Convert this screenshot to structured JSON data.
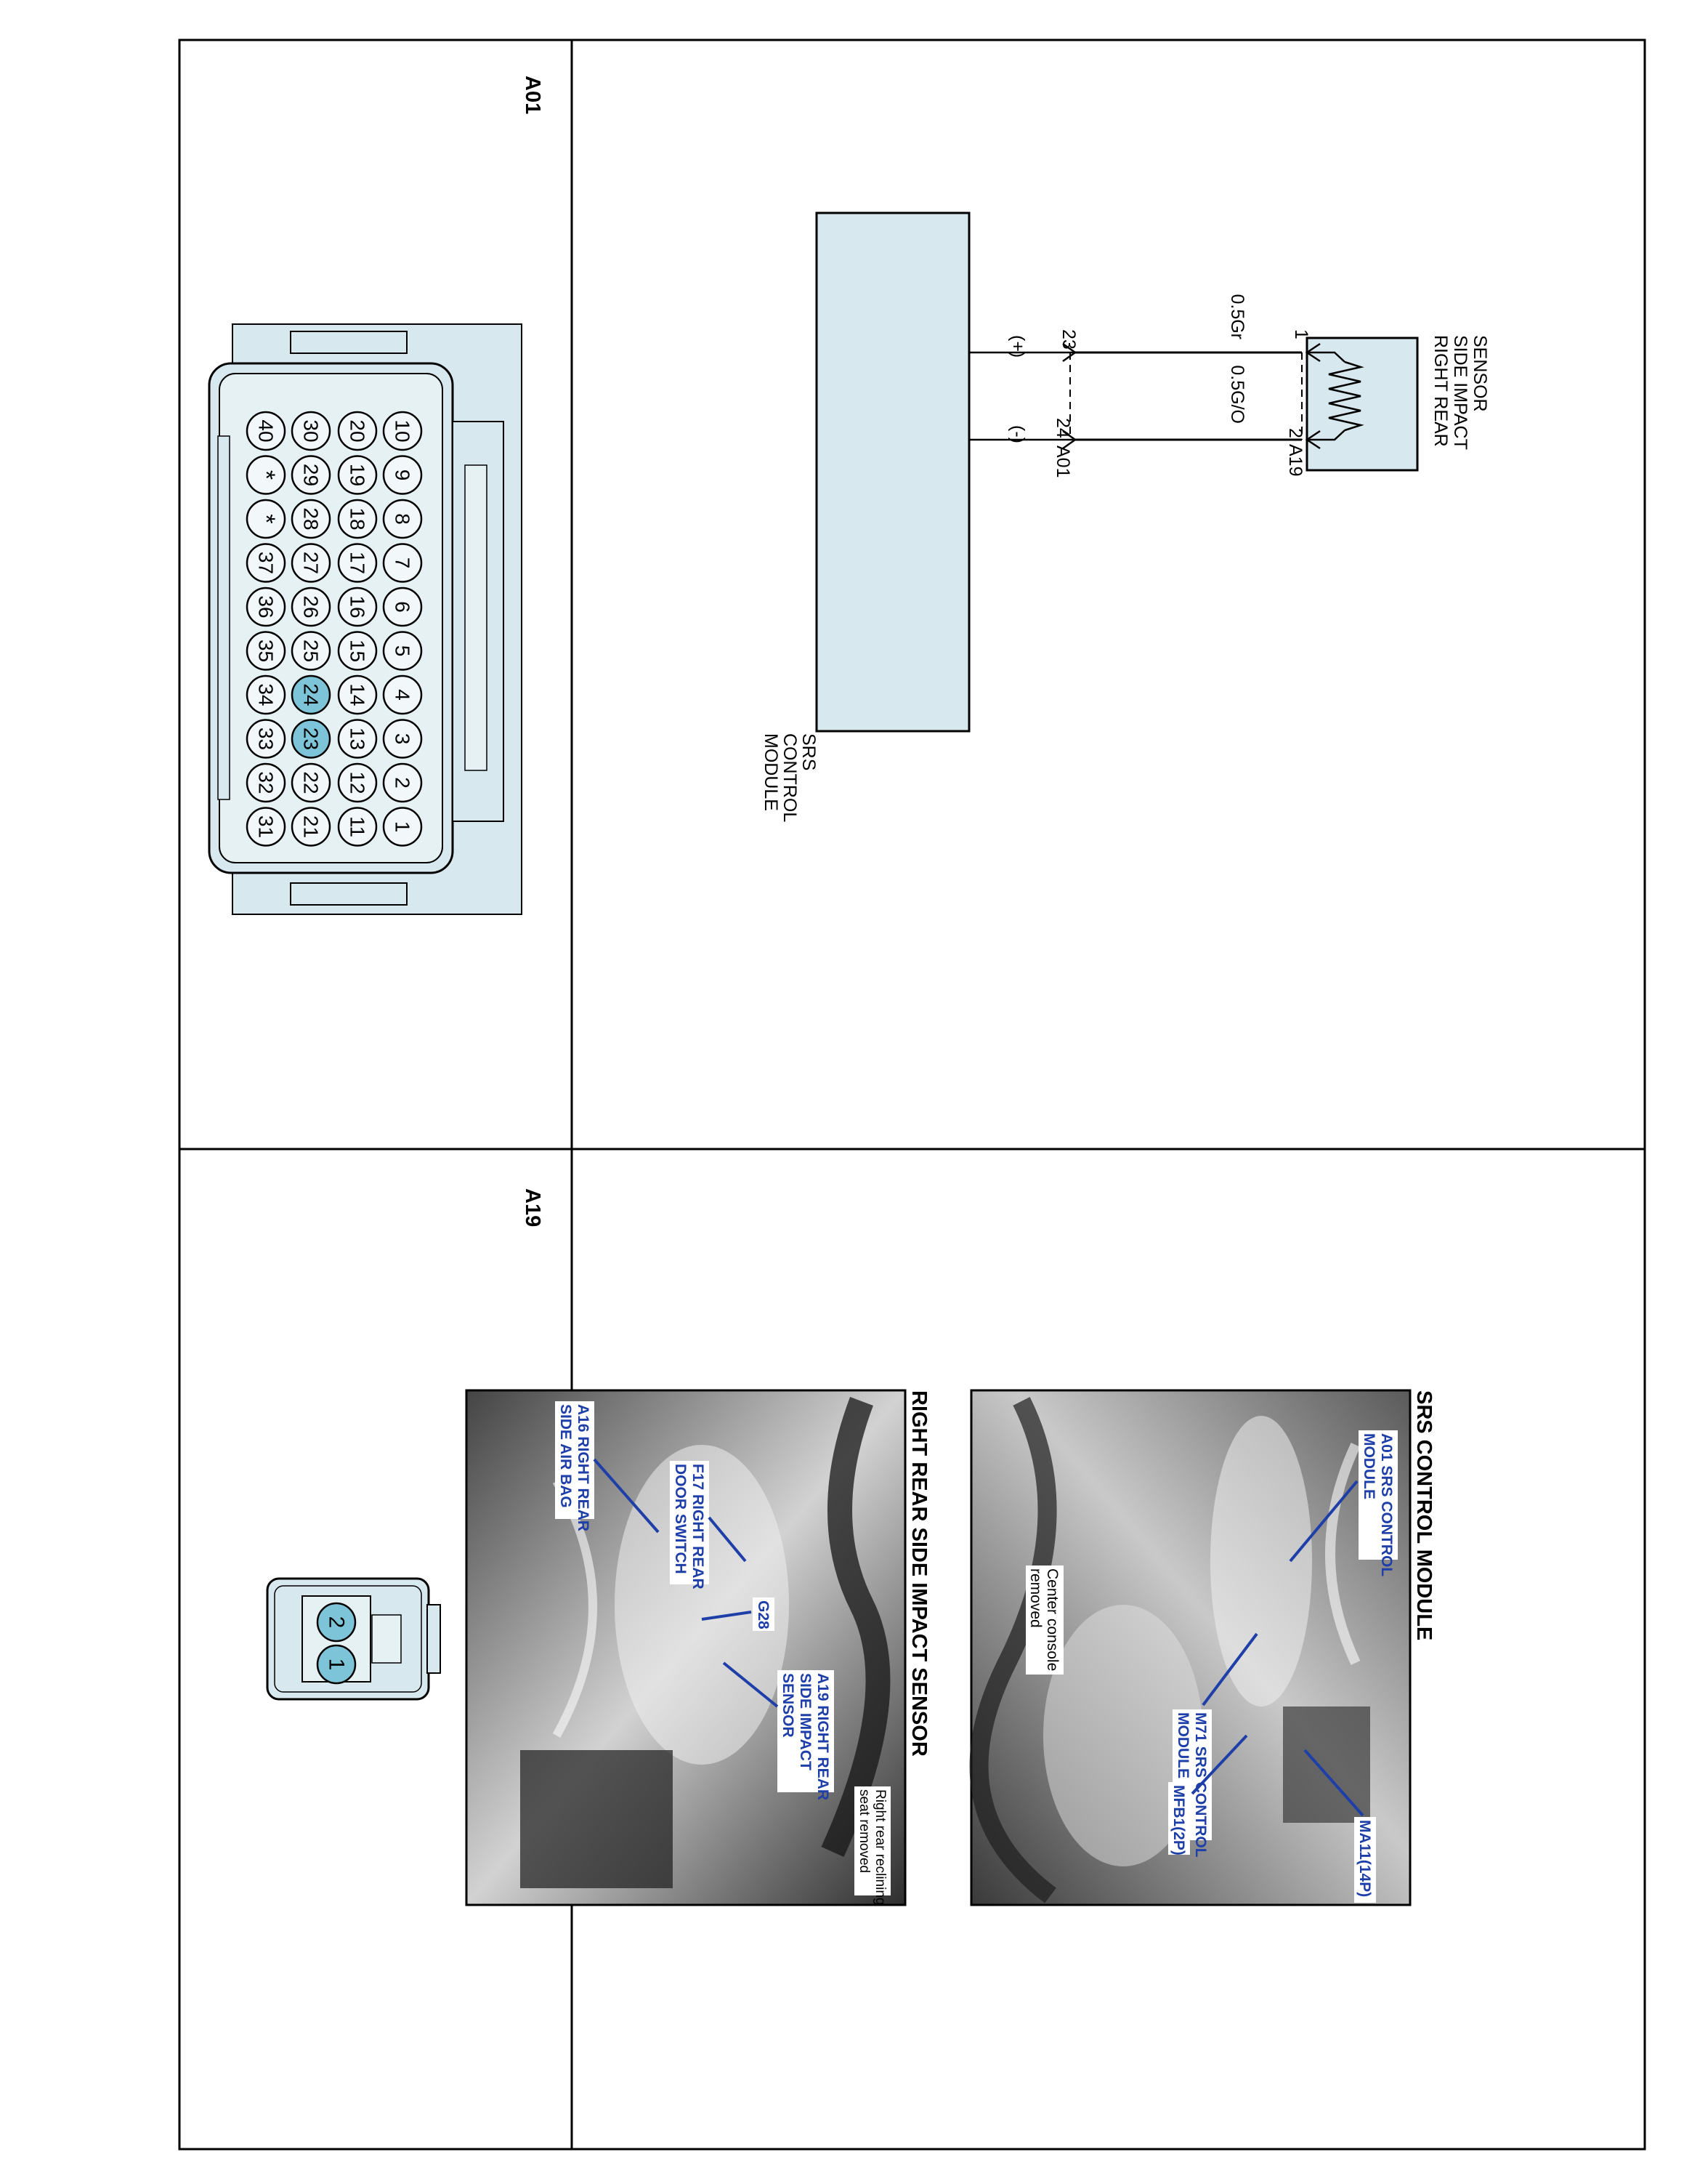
{
  "schematic": {
    "sensor_label": [
      "RIGHT REAR",
      "SIDE IMPACT",
      "SENSOR"
    ],
    "sensor_connector": "A19",
    "sensor_pin_1": "1",
    "sensor_pin_2": "2",
    "wire_1_color": "0.5Gr",
    "wire_2_color": "0.5G/O",
    "module_pin_23": "23",
    "module_pin_24": "24",
    "module_connector": "A01",
    "pin_23_polarity": "(+)",
    "pin_24_polarity": "(-)",
    "module_label": [
      "SRS",
      "CONTROL",
      "MODULE"
    ]
  },
  "connectors": {
    "a01_title": "A01",
    "a19_title": "A19",
    "a01_rows": [
      [
        "10",
        "9",
        "8",
        "7",
        "6",
        "5",
        "4",
        "3",
        "2",
        "1"
      ],
      [
        "20",
        "19",
        "18",
        "17",
        "16",
        "15",
        "14",
        "13",
        "12",
        "11"
      ],
      [
        "30",
        "29",
        "28",
        "27",
        "26",
        "25",
        "24",
        "23",
        "22",
        "21"
      ],
      [
        "40",
        "*",
        "*",
        "37",
        "36",
        "35",
        "34",
        "33",
        "32",
        "31"
      ]
    ],
    "a01_highlight": [
      "23",
      "24"
    ],
    "a19_pins": [
      "2",
      "1"
    ]
  },
  "photos": {
    "srs": {
      "title": "SRS CONTROL MODULE",
      "labels": {
        "a01": [
          "A01 SRS CONTROL",
          "MODULE"
        ],
        "m71": [
          "M71 SRS CONTROL",
          "MODULE"
        ],
        "ma11": "MA11(14P)",
        "mfb1": "MFB1(2P)",
        "console": [
          "Center console",
          "removed"
        ]
      }
    },
    "sensor": {
      "title": "RIGHT REAR SIDE IMPACT SENSOR",
      "labels": {
        "a16": [
          "A16 RIGHT REAR",
          "SIDE AIR BAG"
        ],
        "f17": [
          "F17 RIGHT REAR",
          "DOOR SWITCH"
        ],
        "g28": "G28",
        "a19": [
          "A19 RIGHT REAR",
          "SIDE IMPACT",
          "SENSOR"
        ],
        "seat": [
          "Right rear reclining",
          "seat removed"
        ]
      }
    }
  },
  "colors": {
    "component_fill": "#d7e8ee",
    "pin_highlight": "#7ec4d8",
    "callout_blue": "#1f3fa8",
    "frame": "#000000"
  }
}
